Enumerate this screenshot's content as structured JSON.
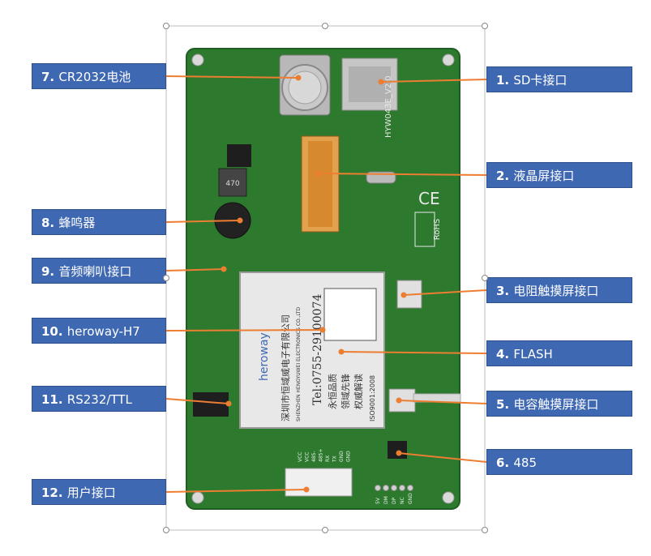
{
  "colors": {
    "callout_fill": "#3f68b3",
    "callout_text": "#ffffff",
    "leader_line": "#ed7d31",
    "board_green": "#2d7a2f",
    "board_dark": "#1f5e22"
  },
  "callouts_left": [
    {
      "num": "7.",
      "text": "CR2032电池"
    },
    {
      "num": "8.",
      "text": "蜂鸣器"
    },
    {
      "num": "9.",
      "text": "音频喇叭接口"
    },
    {
      "num": "10.",
      "text": "heroway-H7"
    },
    {
      "num": "11.",
      "text": "RS232/TTL"
    },
    {
      "num": "12.",
      "text": "用户接口"
    }
  ],
  "callouts_right": [
    {
      "num": "1.",
      "text": "SD卡接口"
    },
    {
      "num": "2.",
      "text": "液晶屏接口"
    },
    {
      "num": "3.",
      "text": "电阻触摸屏接口"
    },
    {
      "num": "4.",
      "text": "FLASH"
    },
    {
      "num": "5.",
      "text": "电容触摸屏接口"
    },
    {
      "num": "6.",
      "text": "485"
    }
  ],
  "board": {
    "model": "HYW043E_V2.0",
    "rohs": "RoHS",
    "ce": "CE",
    "module_brand": "heroway",
    "module_company_cn": "深圳市恒域威电子有限公司",
    "module_company_en": "SHENZHEN HENGYUWEI ELECTRONICS CO.,LTD",
    "module_tel": "Tel:0755-29100074",
    "module_slogan": [
      "永恒品质",
      "领域先锋",
      "权威解读"
    ],
    "module_iso": "ISO9001:2008",
    "connector_pins": [
      "VCC",
      "VCC",
      "485-",
      "485+",
      "RX",
      "TX",
      "GND",
      "GND"
    ],
    "user_pins": [
      "5V",
      "DM",
      "DP",
      "NC",
      "GND"
    ],
    "inductor": "470"
  }
}
